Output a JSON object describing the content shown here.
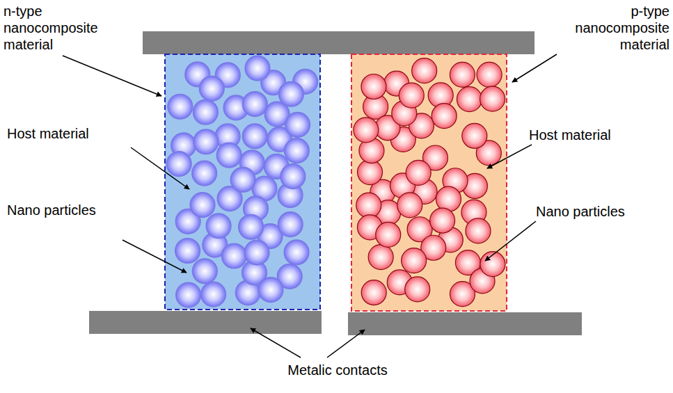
{
  "diagram": {
    "labels": [
      "n-type nanocomposite material",
      "p-type nanocomposite material",
      "Host material",
      "Host material",
      "Nano particles",
      "Nano particles",
      "Metalic contacts"
    ]
  }
}
